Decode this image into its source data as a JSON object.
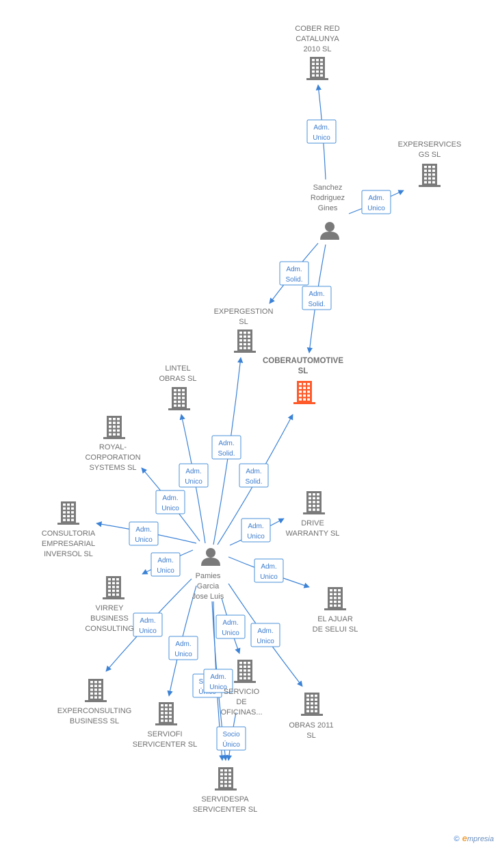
{
  "colors": {
    "edge": "#3b82d6",
    "building": "#7a7a7a",
    "highlight": "#ff5a2a",
    "person": "#7a7a7a"
  },
  "nodes": [
    {
      "id": "cober_red",
      "type": "company",
      "label": [
        "COBER RED",
        "CATALUNYA",
        "2010 SL"
      ]
    },
    {
      "id": "experservices",
      "type": "company",
      "label": [
        "EXPERSERVICES",
        "GS  SL"
      ]
    },
    {
      "id": "sanchez",
      "type": "person",
      "label": [
        "Sanchez",
        "Rodriguez",
        "Gines"
      ]
    },
    {
      "id": "expergestion",
      "type": "company",
      "label": [
        "EXPERGESTION",
        "SL"
      ]
    },
    {
      "id": "coberautomotive",
      "type": "company",
      "highlight": true,
      "label": [
        "COBERAUTOMOTIVE",
        "SL"
      ]
    },
    {
      "id": "lintel",
      "type": "company",
      "label": [
        "LINTEL",
        "OBRAS  SL"
      ]
    },
    {
      "id": "royal",
      "type": "company",
      "label": [
        "ROYAL-",
        "CORPORATION",
        "SYSTEMS SL"
      ]
    },
    {
      "id": "drive",
      "type": "company",
      "label": [
        "DRIVE",
        "WARRANTY  SL"
      ]
    },
    {
      "id": "consultoria",
      "type": "company",
      "label": [
        "CONSULTORIA",
        "EMPRESARIAL",
        "INVERSOL  SL"
      ]
    },
    {
      "id": "pamies",
      "type": "person",
      "label": [
        "Pamies",
        "Garcia",
        "Jose Luis"
      ]
    },
    {
      "id": "virrey",
      "type": "company",
      "label": [
        "VIRREY",
        "BUSINESS",
        "CONSULTING"
      ]
    },
    {
      "id": "el_ajuar",
      "type": "company",
      "label": [
        "EL AJUAR",
        "DE SELUI  SL"
      ]
    },
    {
      "id": "servicio",
      "type": "company",
      "label": [
        "SERVICIO",
        "DE",
        "OFICINAS..."
      ]
    },
    {
      "id": "experconsulting",
      "type": "company",
      "label": [
        "EXPERCONSULTING",
        "BUSINESS  SL"
      ]
    },
    {
      "id": "serviofi",
      "type": "company",
      "label": [
        "SERVIOFI",
        "SERVICENTER SL"
      ]
    },
    {
      "id": "obras2011",
      "type": "company",
      "label": [
        "OBRAS 2011",
        "SL"
      ]
    },
    {
      "id": "servidespa",
      "type": "company",
      "label": [
        "SERVIDESPA",
        "SERVICENTER SL"
      ]
    }
  ],
  "edges": [
    {
      "from": "sanchez",
      "to": "cober_red",
      "label": [
        "Adm.",
        "Unico"
      ]
    },
    {
      "from": "sanchez",
      "to": "experservices",
      "label": [
        "Adm.",
        "Unico"
      ]
    },
    {
      "from": "sanchez",
      "to": "expergestion",
      "label": [
        "Adm.",
        "Solid."
      ]
    },
    {
      "from": "sanchez",
      "to": "coberautomotive",
      "label": [
        "Adm.",
        "Solid."
      ]
    },
    {
      "from": "pamies",
      "to": "expergestion",
      "label": [
        "Adm.",
        "Solid."
      ]
    },
    {
      "from": "pamies",
      "to": "coberautomotive",
      "label": [
        "Adm.",
        "Solid."
      ]
    },
    {
      "from": "pamies",
      "to": "lintel",
      "label": [
        "Adm.",
        "Unico"
      ]
    },
    {
      "from": "pamies",
      "to": "royal",
      "label": [
        "Adm.",
        "Unico"
      ]
    },
    {
      "from": "pamies",
      "to": "drive",
      "label": [
        "Adm.",
        "Unico"
      ]
    },
    {
      "from": "pamies",
      "to": "consultoria",
      "label": [
        "Adm.",
        "Unico"
      ]
    },
    {
      "from": "pamies",
      "to": "virrey",
      "label": [
        "Adm.",
        "Unico"
      ]
    },
    {
      "from": "pamies",
      "to": "el_ajuar",
      "label": [
        "Adm.",
        "Unico"
      ]
    },
    {
      "from": "pamies",
      "to": "experconsulting",
      "label": [
        "Adm.",
        "Unico"
      ]
    },
    {
      "from": "pamies",
      "to": "serviofi",
      "label": [
        "Adm.",
        "Unico"
      ]
    },
    {
      "from": "pamies",
      "to": "servicio",
      "label": [
        "Adm.",
        "Unico"
      ]
    },
    {
      "from": "pamies",
      "to": "obras2011",
      "label": [
        "Adm.",
        "Unico"
      ]
    },
    {
      "from": "pamies",
      "to": "servidespa",
      "label": [
        "Socio",
        "Único"
      ]
    },
    {
      "from": "pamies",
      "to": "servidespa",
      "label": [
        "Adm.",
        "Unico"
      ]
    },
    {
      "from": "pamies",
      "to": "servidespa",
      "label": [
        "Socio",
        "Único"
      ]
    }
  ],
  "footer": {
    "copyright": "©",
    "brand_initial": "e",
    "brand_rest": "mpresia"
  }
}
